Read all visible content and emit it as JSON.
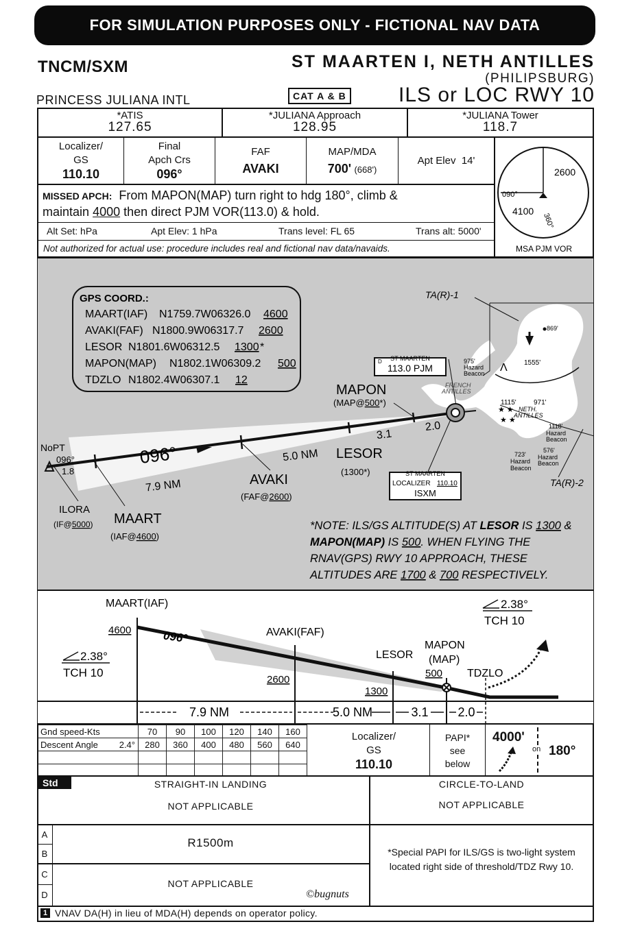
{
  "banner": "FOR SIMULATION PURPOSES ONLY - FICTIONAL NAV DATA",
  "header": {
    "ident": "TNCM/SXM",
    "location": "ST MAARTEN I, NETH ANTILLES",
    "city": "(PHILIPSBURG)",
    "airport": "PRINCESS JULIANA INTL",
    "category": "CAT A & B",
    "procedure": "ILS or LOC RWY 10"
  },
  "freqs": [
    {
      "label": "*ATIS",
      "value": "127.65"
    },
    {
      "label": "*JULIANA Approach",
      "value": "128.95"
    },
    {
      "label": "*JULIANA Tower",
      "value": "118.7"
    }
  ],
  "briefing": {
    "loc_label": "Localizer/\nGS",
    "loc_value": "110.10",
    "crs_label": "Final\nApch Crs",
    "crs_value": "096°",
    "faf_label": "FAF",
    "faf_value": "AVAKI",
    "map_label": "MAP/MDA",
    "map_value": "700'",
    "map_sub": "(668')",
    "elev": "Apt Elev  14'",
    "missed_label": "MISSED APCH:",
    "missed_1": "From MAPON(MAP) turn right to hdg 180°, climb &",
    "missed_2a": "maintain",
    "missed_2b": "4000",
    "missed_2c": "then direct PJM VOR(113.0) & hold.",
    "altset_label": "Alt Set:",
    "altset_value": "hPa",
    "aptelev_label": "Apt Elev:",
    "aptelev_value": "1 hPa",
    "trans_level_label": "Trans level:",
    "trans_level_value": "FL 65",
    "trans_alt_label": "Trans alt:",
    "trans_alt_value": "5000'",
    "disclaimer": "Not authorized for actual use:  procedure includes real and fictional nav data/navaids."
  },
  "msa": {
    "alt1": "2600",
    "alt2": "4100",
    "brg1": "090°",
    "brg2": "360°",
    "label": "MSA PJM VOR"
  },
  "plan": {
    "gps_title": "GPS COORD.:",
    "gps": [
      {
        "fix": "MAART(IAF)",
        "coord": "N1759.7W06326.0",
        "alt": "4600",
        "suffix": ""
      },
      {
        "fix": "AVAKI(FAF)",
        "coord": "N1800.9W06317.7",
        "alt": "2600",
        "suffix": ""
      },
      {
        "fix": "LESOR",
        "coord": "N1801.6W06312.5",
        "alt": "1300",
        "suffix": "*"
      },
      {
        "fix": "MAPON(MAP)",
        "coord": "N1802.1W06309.2",
        "alt": "500",
        "suffix": ""
      },
      {
        "fix": "TDZLO",
        "coord": "N1802.4W06307.1",
        "alt": "12",
        "suffix": ""
      }
    ],
    "nopt": "NoPT",
    "nopt_crs": "096°",
    "nopt_dist": "1.8",
    "ilora": "ILORA",
    "ilora_sub_a": "(IF@",
    "ilora_sub_b": "5000",
    "ilora_sub_c": ")",
    "maart": "MAART",
    "maart_sub_a": "(IAF@",
    "maart_sub_b": "4600",
    "maart_sub_c": ")",
    "avaki": "AVAKI",
    "avaki_sub_a": "(FAF@",
    "avaki_sub_b": "2600",
    "avaki_sub_c": ")",
    "lesor": "LESOR",
    "lesor_sub": "(1300*)",
    "mapon": "MAPON",
    "mapon_sub_a": "(MAP@",
    "mapon_sub_b": "500",
    "mapon_sub_c": "*)",
    "crs": "096°",
    "d1": "7.9 NM",
    "d2": "5.0 NM",
    "d3": "3.1",
    "d4": "2.0",
    "vor_title": "ST MAARTEN",
    "vor_freq": "113.0 PJM",
    "loc_title": "ST MAARTEN",
    "loc_label": "LOCALIZER",
    "loc_freq": "110.10",
    "loc_ident": "ISXM",
    "french": "FRENCH",
    "antilles": "ANTILLES",
    "neth": "NETH.",
    "neth_antilles": "ANTILLES",
    "ta1": "TA(R)-1",
    "ta2": "TA(R)-2",
    "obs_869": "869'",
    "obs_1555": "1555'",
    "obs_975": "975'",
    "obs_1115": "1115'",
    "obs_971": "971'",
    "obs_1118": "1118'",
    "obs_576": "576'",
    "obs_723": "723'",
    "hazard": "Hazard",
    "beacon": "Beacon",
    "note_1a": "*NOTE:  ILS/GS ALTITUDE(S) AT ",
    "note_1b": "LESOR",
    "note_1c": " IS ",
    "note_1d": "1300",
    "note_1e": " &",
    "note_2a": "MAPON(MAP)",
    "note_2b": " IS ",
    "note_2c": "500",
    "note_2d": ".  WHEN FLYING THE",
    "note_3": "RNAV(GPS) RWY 10 APPROACH, THESE",
    "note_4a": "ALTITUDES ARE ",
    "note_4b": "1700",
    "note_4c": " & ",
    "note_4d": "700",
    "note_4e": " RESPECTIVELY."
  },
  "profile": {
    "maart": "MAART(IAF)",
    "maart_alt": "4600",
    "avaki": "AVAKI(FAF)",
    "avaki_alt": "2600",
    "lesor": "LESOR",
    "lesor_alt": "1300",
    "mapon": "MAPON",
    "mapon_sub": "(MAP)",
    "mapon_alt": "500",
    "tdzlo": "TDZLO",
    "crs": "096°",
    "gs_left": "2.38°",
    "tch_left": "TCH 10",
    "gs_right": "2.38°",
    "tch_right": "TCH 10",
    "d1": "7.9 NM",
    "d2": "5.0 NM",
    "d3": "3.1",
    "d4": "2.0"
  },
  "groundspeed": {
    "row1_label": "Gnd speed-Kts",
    "row2_label": "Descent Angle",
    "angle": "2.4°",
    "speeds": [
      "70",
      "90",
      "100",
      "120",
      "140",
      "160"
    ],
    "rates": [
      "280",
      "360",
      "400",
      "480",
      "560",
      "640"
    ]
  },
  "lower_info": {
    "loc_label": "Localizer/\nGS",
    "loc_value": "110.10",
    "papi": "PAPI*\nsee\nbelow",
    "missed_alt": "4000'",
    "on": "on",
    "missed_hdg": "180°"
  },
  "minimums": {
    "std": "Std",
    "straight_in": "STRAIGHT-IN LANDING",
    "circle": "CIRCLE-TO-LAND",
    "na1": "NOT APPLICABLE",
    "na2": "NOT APPLICABLE",
    "cats": [
      "A",
      "B",
      "C",
      "D"
    ],
    "ab_value": "R1500m",
    "cd_value": "NOT APPLICABLE",
    "papi_note": "*Special PAPI for ILS/GS is two-light system located right side of threshold/TDZ Rwy 10.",
    "credit": "©bugnuts",
    "footnote_num": "1",
    "footnote": "VNAV DA(H) in lieu of MDA(H) depends on operator policy."
  }
}
